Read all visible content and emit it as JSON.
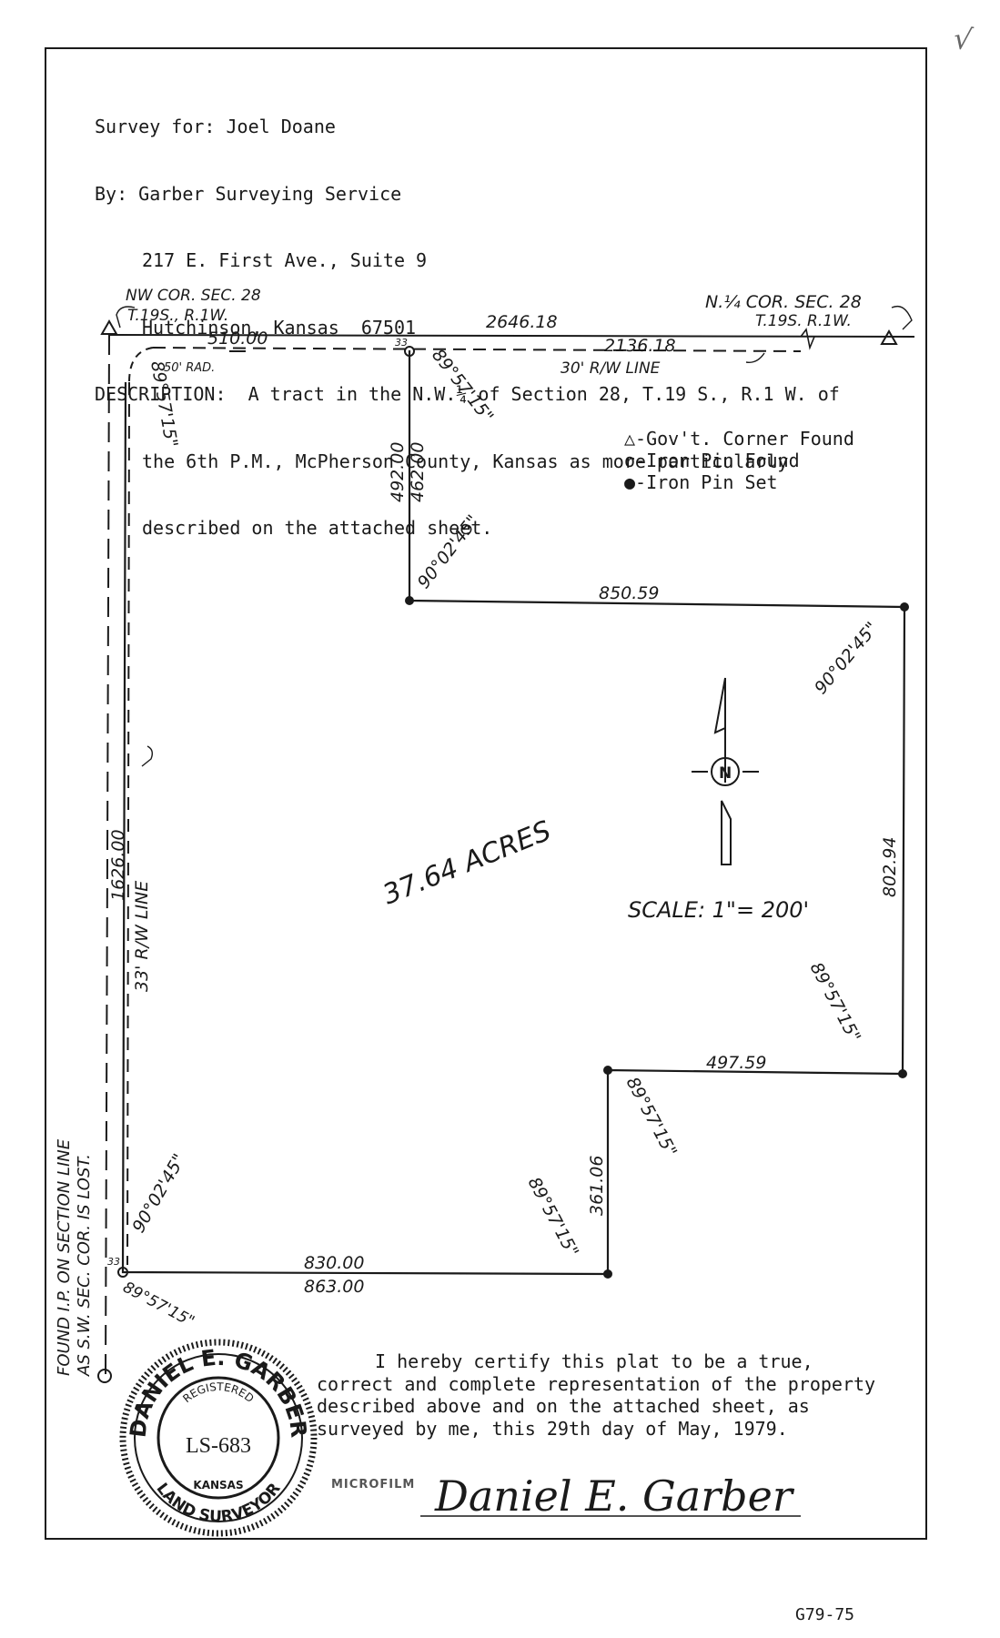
{
  "header": {
    "survey_for": "Survey for: Joel Doane",
    "by": "By: Garber Surveying Service",
    "address1": "217 E. First Ave., Suite 9",
    "address2": "Hutchinson, Kansas  67501",
    "description1": "DESCRIPTION:  A tract in the N.W.¼ of Section 28, T.19 S., R.1 W. of",
    "description2": "the 6th P.M., McPherson County, Kansas as more particularly",
    "description3": "described on the attached sheet."
  },
  "plat": {
    "nw_corner": "NW COR. SEC. 28",
    "nw_corner_twp": "T.19S., R.1W.",
    "n4_corner": "N.¼ COR. SEC. 28",
    "n4_corner_twp": "T.19S. R.1W.",
    "dim_2646": "2646.18",
    "dim_2136": "2136.18",
    "dim_510": "510.00",
    "rw_30": "30' R/W LINE",
    "rad_50": "50' RAD.",
    "mark_33": "33",
    "bearing_top_left": "89°57'15\"",
    "bearing_top": "89°57'15\"",
    "dim_492": "492.00",
    "dim_462": "462.00",
    "angle_inner": "90°02'45\"",
    "dim_850": "850.59",
    "angle_right": "90°02'45\"",
    "dim_802": "802.94",
    "bearing_right": "89°57'15\"",
    "dim_497": "497.59",
    "bearing_notch": "89°57'15\"",
    "dim_361": "361.06",
    "bearing_notch2": "89°57'15\"",
    "dim_830": "830.00",
    "dim_863": "863.00",
    "angle_sw": "90°02'45\"",
    "bearing_sw": "89°57'15\"",
    "dim_1626": "1626.00",
    "rw_33": "33' R/W LINE",
    "acres": "37.64 ACRES",
    "scale": "SCALE: 1\"= 200'",
    "north": "N",
    "found_note1": "FOUND I.P. ON SECTION LINE",
    "found_note2": "AS S.W. SEC. COR. IS LOST."
  },
  "legend": {
    "gov_corner": "△-Gov't. Corner Found",
    "iron_found": "o-Iron Pin Found",
    "iron_set": "●-Iron Pin Set"
  },
  "certification": {
    "line1": "I hereby certify this plat to be a true,",
    "line2": "correct and complete representation of the property",
    "line3": "described above and on the attached sheet, as",
    "line4": "surveyed by me, this 29th day of May, 1979."
  },
  "seal": {
    "name": "DANIEL E. GARBER",
    "registered": "REGISTERED",
    "license": "LS-683",
    "state": "KANSAS",
    "title": "LAND SURVEYOR"
  },
  "signature": "Daniel E. Garber",
  "microfilm": "MICROFILM",
  "document_id": "G79-75"
}
